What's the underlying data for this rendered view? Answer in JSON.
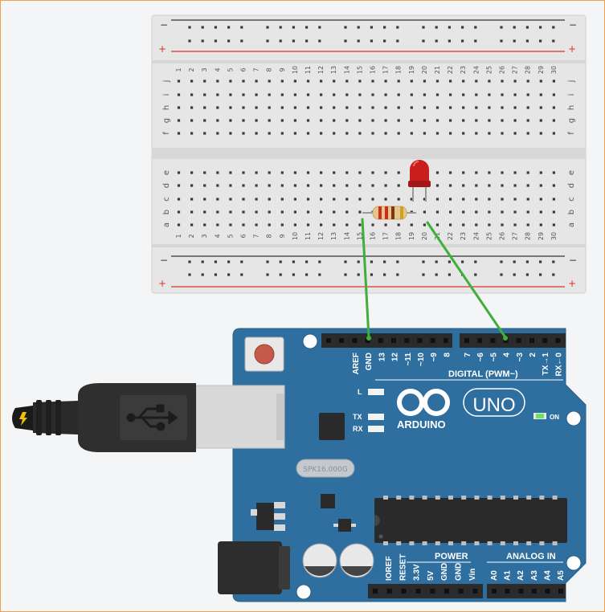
{
  "breadboard": {
    "columns": [
      "1",
      "2",
      "3",
      "4",
      "5",
      "6",
      "7",
      "8",
      "9",
      "10",
      "11",
      "12",
      "13",
      "14",
      "15",
      "16",
      "17",
      "18",
      "19",
      "20",
      "21",
      "22",
      "23",
      "24",
      "25",
      "26",
      "27",
      "28",
      "29",
      "30"
    ],
    "rows_top": [
      "j",
      "i",
      "h",
      "g",
      "f"
    ],
    "rows_bottom": [
      "e",
      "d",
      "c",
      "b",
      "a"
    ],
    "rail_minus": "−",
    "rail_plus": "+",
    "colors": {
      "body": "#e9e9e9",
      "rail_red": "#d9342b",
      "rail_dark": "#333333"
    }
  },
  "components": {
    "led": {
      "color": "#c81e1e"
    },
    "resistor": {
      "bands": [
        "#c8321e",
        "#d12a1a",
        "#7a3b12",
        "#c9a227"
      ]
    },
    "usb_symbol": "usb-icon"
  },
  "arduino": {
    "brand": "ARDUINO",
    "model": "UNO",
    "crystal": "SPK16.000G",
    "digital_header_label": "DIGITAL (PWM~)",
    "digital_pins_left": [
      "AREF",
      "GND",
      "13",
      "12",
      "~11",
      "~10",
      "~9",
      "8"
    ],
    "digital_pins_right": [
      "7",
      "~6",
      "~5",
      "4",
      "~3",
      "2",
      "TX→1",
      "RX←0"
    ],
    "led_labels": {
      "l": "L",
      "tx": "TX",
      "rx": "RX",
      "on": "ON"
    },
    "power_label": "POWER",
    "power_pins": [
      "IOREF",
      "RESET",
      "3.3V",
      "5V",
      "GND",
      "GND",
      "Vin"
    ],
    "analog_label": "ANALOG IN",
    "analog_pins": [
      "A0",
      "A1",
      "A2",
      "A3",
      "A4",
      "A5"
    ],
    "colors": {
      "board": "#2f6f9f",
      "header": "#2b2b2b",
      "wire": "#3fae3a"
    }
  }
}
